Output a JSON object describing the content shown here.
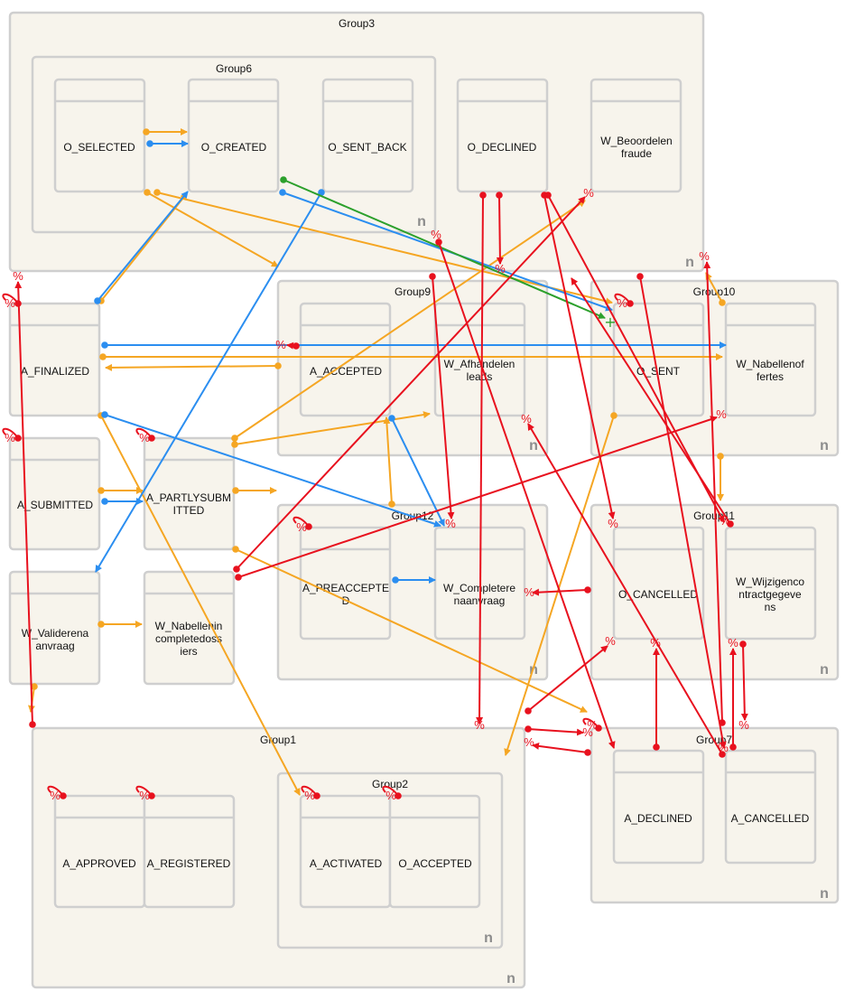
{
  "colors": {
    "orange": "#f5a623",
    "blue": "#2b8ef0",
    "green": "#2ca02c",
    "red": "#e8111e"
  },
  "groups": {
    "g3": {
      "label": "Group3",
      "mult": "n"
    },
    "g6": {
      "label": "Group6",
      "mult": "n"
    },
    "g9": {
      "label": "Group9",
      "mult": "n"
    },
    "g10": {
      "label": "Group10",
      "mult": "n"
    },
    "g12": {
      "label": "Group12",
      "mult": "n"
    },
    "g11": {
      "label": "Group11",
      "mult": "n"
    },
    "g1": {
      "label": "Group1",
      "mult": "n"
    },
    "g2": {
      "label": "Group2",
      "mult": "n"
    },
    "g7": {
      "label": "Group7",
      "mult": "n"
    }
  },
  "states": {
    "o_selected": [
      "O_SELECTED"
    ],
    "o_created": [
      "O_CREATED"
    ],
    "o_sent_back": [
      "O_SENT_BACK"
    ],
    "o_declined": [
      "O_DECLINED"
    ],
    "w_beoordelen": [
      "W_Beoordelen",
      "fraude"
    ],
    "a_finalized": [
      "A_FINALIZED"
    ],
    "a_accepted": [
      "A_ACCEPTED"
    ],
    "w_afhandelen": [
      "W_Afhandelen",
      "leads"
    ],
    "o_sent": [
      "O_SENT"
    ],
    "w_nabellenof": [
      "W_Nabellenof",
      "fertes"
    ],
    "a_submitted": [
      "A_SUBMITTED"
    ],
    "a_partlysubmitted": [
      "A_PARTLYSUBM",
      "ITTED"
    ],
    "w_validerena": [
      "W_Validerena",
      "anvraag"
    ],
    "w_nabellenin": [
      "W_Nabellenin",
      "completedoss",
      "iers"
    ],
    "a_preaccepted": [
      "A_PREACCEPTE",
      "D"
    ],
    "w_completeren": [
      "W_Completere",
      "naanvraag"
    ],
    "o_cancelled": [
      "O_CANCELLED"
    ],
    "w_wijzigen": [
      "W_Wijzigenco",
      "ntractgegeve",
      "ns"
    ],
    "a_approved": [
      "A_APPROVED"
    ],
    "a_registered": [
      "A_REGISTERED"
    ],
    "a_activated": [
      "A_ACTIVATED"
    ],
    "o_accepted": [
      "O_ACCEPTED"
    ],
    "a_declined": [
      "A_DECLINED"
    ],
    "a_cancelled": [
      "A_CANCELLED"
    ]
  },
  "marker_text": "%"
}
